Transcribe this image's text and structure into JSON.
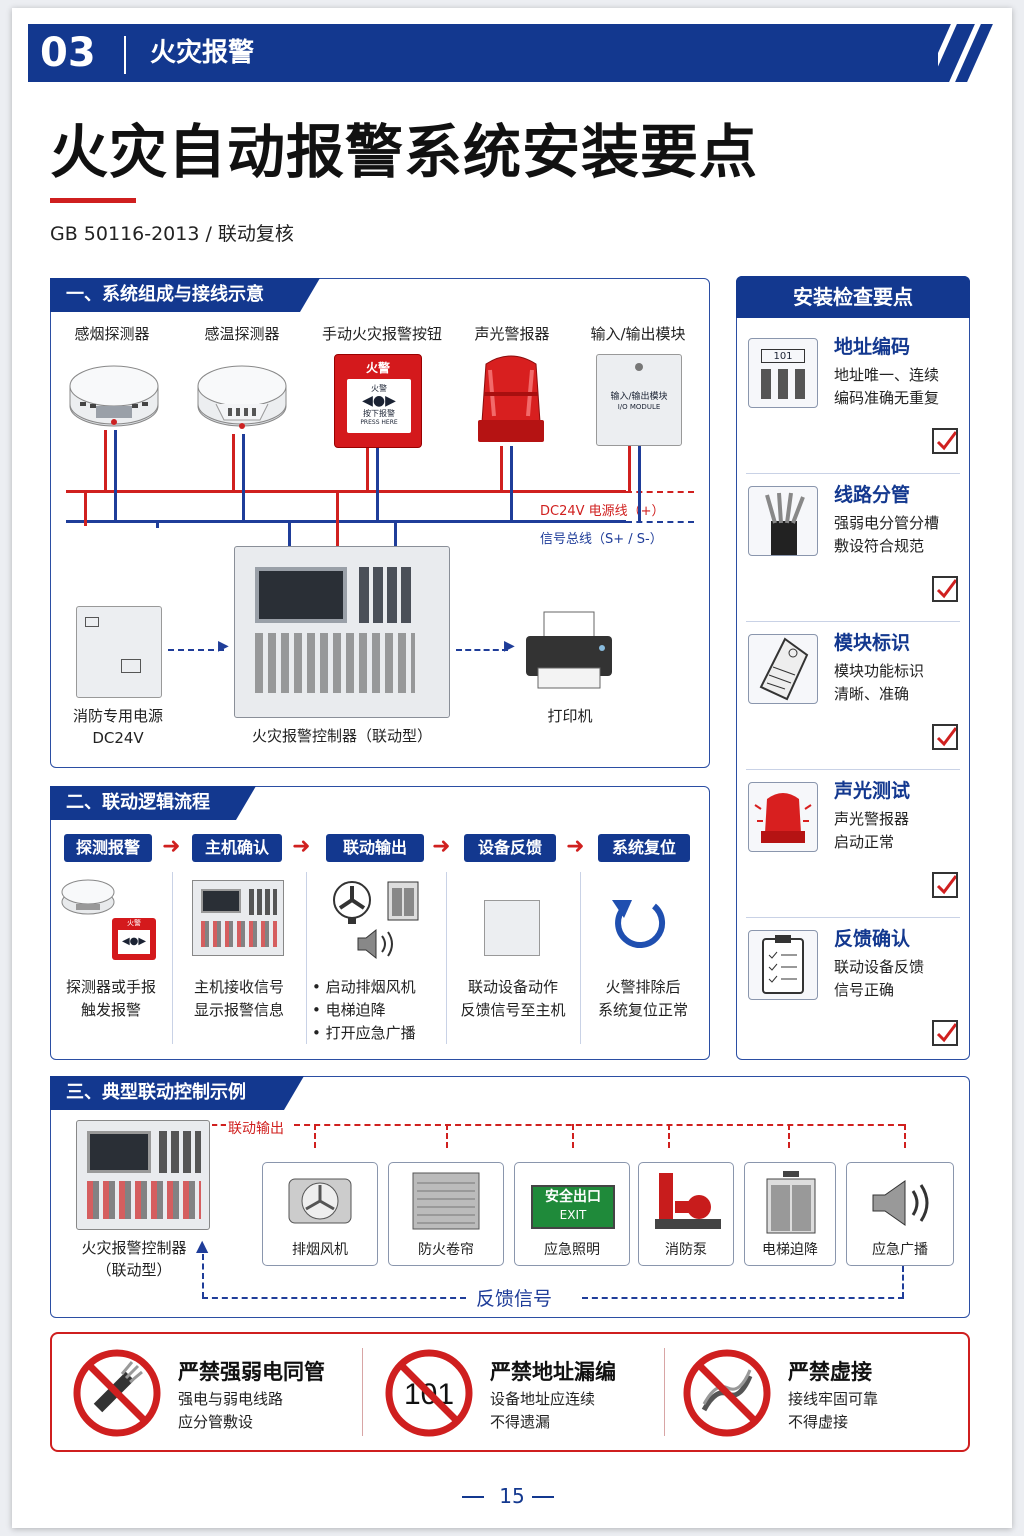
{
  "header": {
    "number": "03",
    "section": "火灾报警"
  },
  "title": "火灾自动报警系统安装要点",
  "subtitle": "GB 50116-2013 / 联动复核",
  "section1": {
    "tab": "一、系统组成与接线示意",
    "devices": [
      "感烟探测器",
      "感温探测器",
      "手动火灾报警按钮",
      "声光警报器",
      "输入/输出模块"
    ],
    "button_text": {
      "top": "火警",
      "l1": "火警",
      "l2": "按下报警",
      "l3": "PRESS HERE"
    },
    "module_text": {
      "l1": "输入/输出模块",
      "l2": "I/O MODULE"
    },
    "power_line": "DC24V 电源线（+）",
    "bus_line": "信号总线（S+ / S-）",
    "power_supply": {
      "l1": "消防专用电源",
      "l2": "DC24V"
    },
    "controller": "火灾报警控制器（联动型）",
    "printer": "打印机"
  },
  "checklist": {
    "tab": "安装检查要点",
    "items": [
      {
        "title": "地址编码",
        "l1": "地址唯一、连续",
        "l2": "编码准确无重复",
        "icon": "keypad-icon",
        "code": "101"
      },
      {
        "title": "线路分管",
        "l1": "强弱电分管分槽",
        "l2": "敷设符合规范",
        "icon": "cable-icon"
      },
      {
        "title": "模块标识",
        "l1": "模块功能标识",
        "l2": "清晰、准确",
        "icon": "tag-icon"
      },
      {
        "title": "声光测试",
        "l1": "声光警报器",
        "l2": "启动正常",
        "icon": "beacon-icon"
      },
      {
        "title": "反馈确认",
        "l1": "联动设备反馈",
        "l2": "信号正确",
        "icon": "clipboard-icon"
      }
    ]
  },
  "section2": {
    "tab": "二、联动逻辑流程",
    "steps": [
      {
        "label": "探测报警",
        "l1": "探测器或手报",
        "l2": "触发报警"
      },
      {
        "label": "主机确认",
        "l1": "主机接收信号",
        "l2": "显示报警信息"
      },
      {
        "label": "联动输出",
        "b1": "• 启动排烟风机",
        "b2": "• 电梯迫降",
        "b3": "• 打开应急广播"
      },
      {
        "label": "设备反馈",
        "l1": "联动设备动作",
        "l2": "反馈信号至主机"
      },
      {
        "label": "系统复位",
        "l1": "火警排除后",
        "l2": "系统复位正常"
      }
    ],
    "mini_button": "火警"
  },
  "section3": {
    "tab": "三、典型联动控制示例",
    "output_label": "联动输出",
    "controller_l1": "火灾报警控制器",
    "controller_l2": "（联动型）",
    "devices": [
      "排烟风机",
      "防火卷帘",
      "应急照明",
      "消防泵",
      "电梯迫降",
      "应急广播"
    ],
    "exit_l1": "安全出口",
    "exit_l2": "EXIT",
    "feedback": "反馈信号"
  },
  "prohibitions": [
    {
      "title": "严禁强弱电同管",
      "l1": "强电与弱电线路",
      "l2": "应分管敷设"
    },
    {
      "title": "严禁地址漏编",
      "l1": "设备地址应连续",
      "l2": "不得遗漏",
      "code": "101"
    },
    {
      "title": "严禁虚接",
      "l1": "接线牢固可靠",
      "l2": "不得虚接"
    }
  ],
  "page_number": "15",
  "colors": {
    "navy": "#13388f",
    "red": "#cf1f1f"
  }
}
